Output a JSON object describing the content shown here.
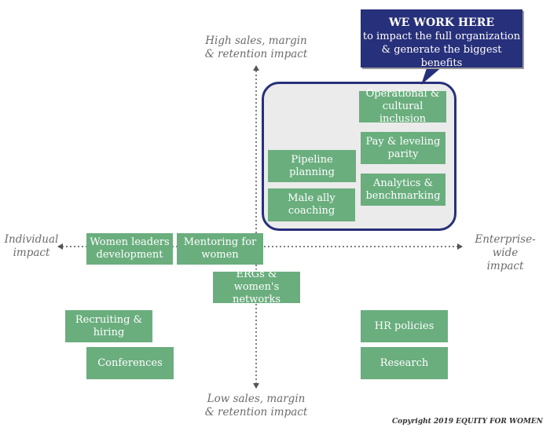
{
  "axes": {
    "top": "High sales, margin\n& retention impact",
    "bottom": "Low sales, margin\n& retention impact",
    "left": "Individual\nimpact",
    "right": "Enterprise-wide\nimpact"
  },
  "callout": {
    "title": "WE WORK HERE",
    "line1": "to impact the full organization",
    "line2": "& generate the biggest benefits"
  },
  "initiatives": {
    "operational_inclusion": "Operational &\ncultural inclusion",
    "pay_parity": "Pay & leveling\nparity",
    "pipeline_planning": "Pipeline planning",
    "analytics": "Analytics &\nbenchmarking",
    "male_ally": "Male ally\ncoaching",
    "women_leaders": "Women leaders\ndevelopment",
    "mentoring": "Mentoring for\nwomen",
    "ergs": "ERGs & women's\nnetworks",
    "recruiting": "Recruiting &\nhiring",
    "hr_policies": "HR policies",
    "conferences": "Conferences",
    "research": "Research"
  },
  "colors": {
    "box_fill": "#6aae7e",
    "zone_border": "#27307a",
    "zone_fill": "#ebebeb",
    "axis": "#555555"
  },
  "copyright": "Copyright 2019 EQUITY FOR WOMEN"
}
